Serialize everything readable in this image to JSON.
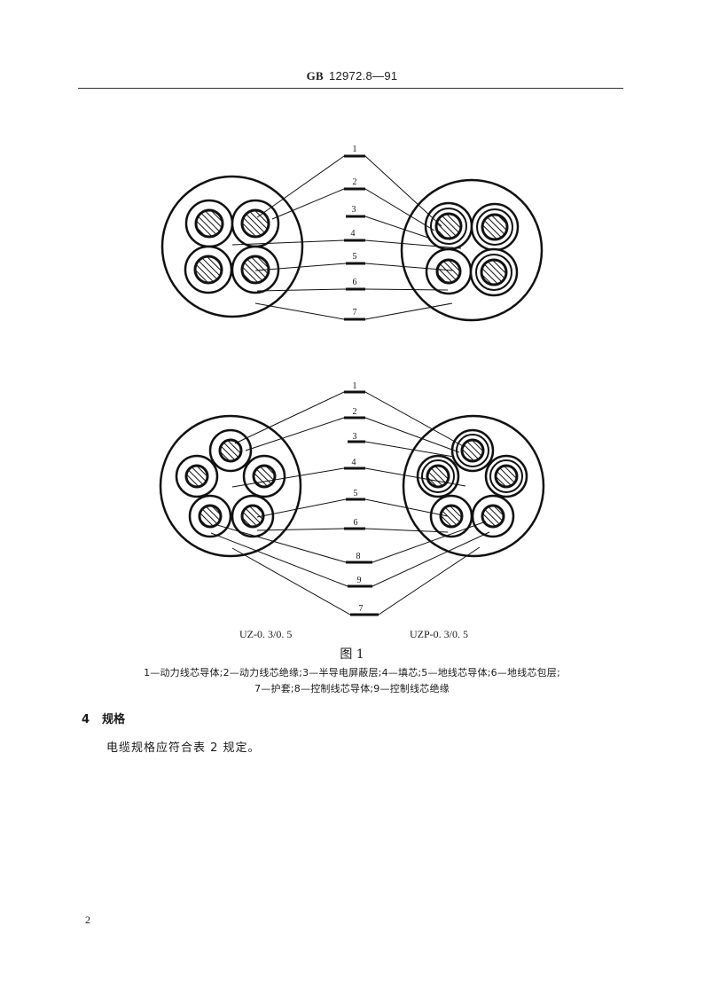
{
  "header": {
    "prefix": "GB",
    "standard_number": "12972.8—91"
  },
  "figure": {
    "title": "图 1",
    "model_left": "UZ-0. 3/0. 5",
    "model_right": "UZP-0. 3/0. 5",
    "legend_line1": "1—动力线芯导体;2—动力线芯绝缘;3—半导电屏蔽层;4—填芯;5—地线芯导体;6—地线芯包层;",
    "legend_line2": "7—护套;8—控制线芯导体;9—控制线芯绝缘",
    "legend_items": [
      {
        "num": "1",
        "label": "动力线芯导体"
      },
      {
        "num": "2",
        "label": "动力线芯绝缘"
      },
      {
        "num": "3",
        "label": "半导电屏蔽层"
      },
      {
        "num": "4",
        "label": "填芯"
      },
      {
        "num": "5",
        "label": "地线芯导体"
      },
      {
        "num": "6",
        "label": "地线芯包层"
      },
      {
        "num": "7",
        "label": "护套"
      },
      {
        "num": "8",
        "label": "控制线芯导体"
      },
      {
        "num": "9",
        "label": "控制线芯绝缘"
      }
    ],
    "top_callouts": [
      "1",
      "2",
      "3",
      "4",
      "5",
      "6",
      "7"
    ],
    "bottom_callouts": [
      "1",
      "2",
      "3",
      "4",
      "5",
      "6",
      "8",
      "9",
      "7"
    ]
  },
  "section": {
    "number": "4",
    "title": "规格",
    "body": "电缆规格应符合表 2 规定。"
  },
  "page_number": "2"
}
